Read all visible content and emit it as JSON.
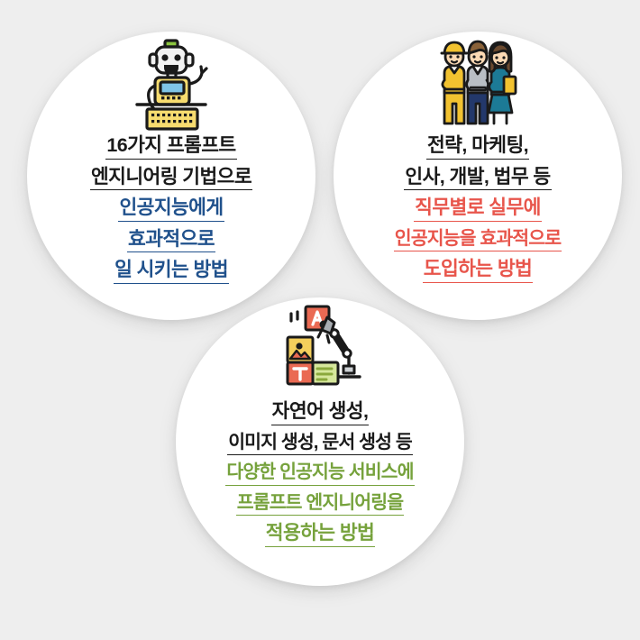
{
  "background_color": "#eeeeee",
  "circle_color": "#ffffff",
  "colors": {
    "dark": "#1a1a1a",
    "blue": "#20518c",
    "red": "#e8554b",
    "green": "#76a23c",
    "accent_yellow": "#f5d23c",
    "accent_teal": "#1c7a96"
  },
  "cards": [
    {
      "id": "card-prompt-engineering",
      "icon_name": "robot-at-keyboard-icon",
      "lines": [
        {
          "text": "16가지 프롬프트",
          "color": "dark"
        },
        {
          "text": "엔지니어링 기법으로",
          "color": "dark"
        },
        {
          "text": "인공지능에게",
          "color": "blue"
        },
        {
          "text": "효과적으로",
          "color": "blue"
        },
        {
          "text": "일 시키는 방법",
          "color": "blue"
        }
      ]
    },
    {
      "id": "card-job-functions",
      "icon_name": "three-workers-icon",
      "lines": [
        {
          "text": "전략, 마케팅,",
          "color": "dark"
        },
        {
          "text": "인사, 개발, 법무 등",
          "color": "dark"
        },
        {
          "text": "직무별로 실무에",
          "color": "red"
        },
        {
          "text": "인공지능을 효과적으로",
          "color": "red"
        },
        {
          "text": "도입하는 방법",
          "color": "red"
        }
      ]
    },
    {
      "id": "card-ai-services",
      "icon_name": "robot-arm-blocks-icon",
      "lines": [
        {
          "text": "자연어 생성,",
          "color": "dark"
        },
        {
          "text": "이미지 생성, 문서 생성 등",
          "color": "dark"
        },
        {
          "text": "다양한 인공지능 서비스에",
          "color": "green"
        },
        {
          "text": "프롬프트 엔지니어링을",
          "color": "green"
        },
        {
          "text": "적용하는 방법",
          "color": "green"
        }
      ]
    }
  ]
}
